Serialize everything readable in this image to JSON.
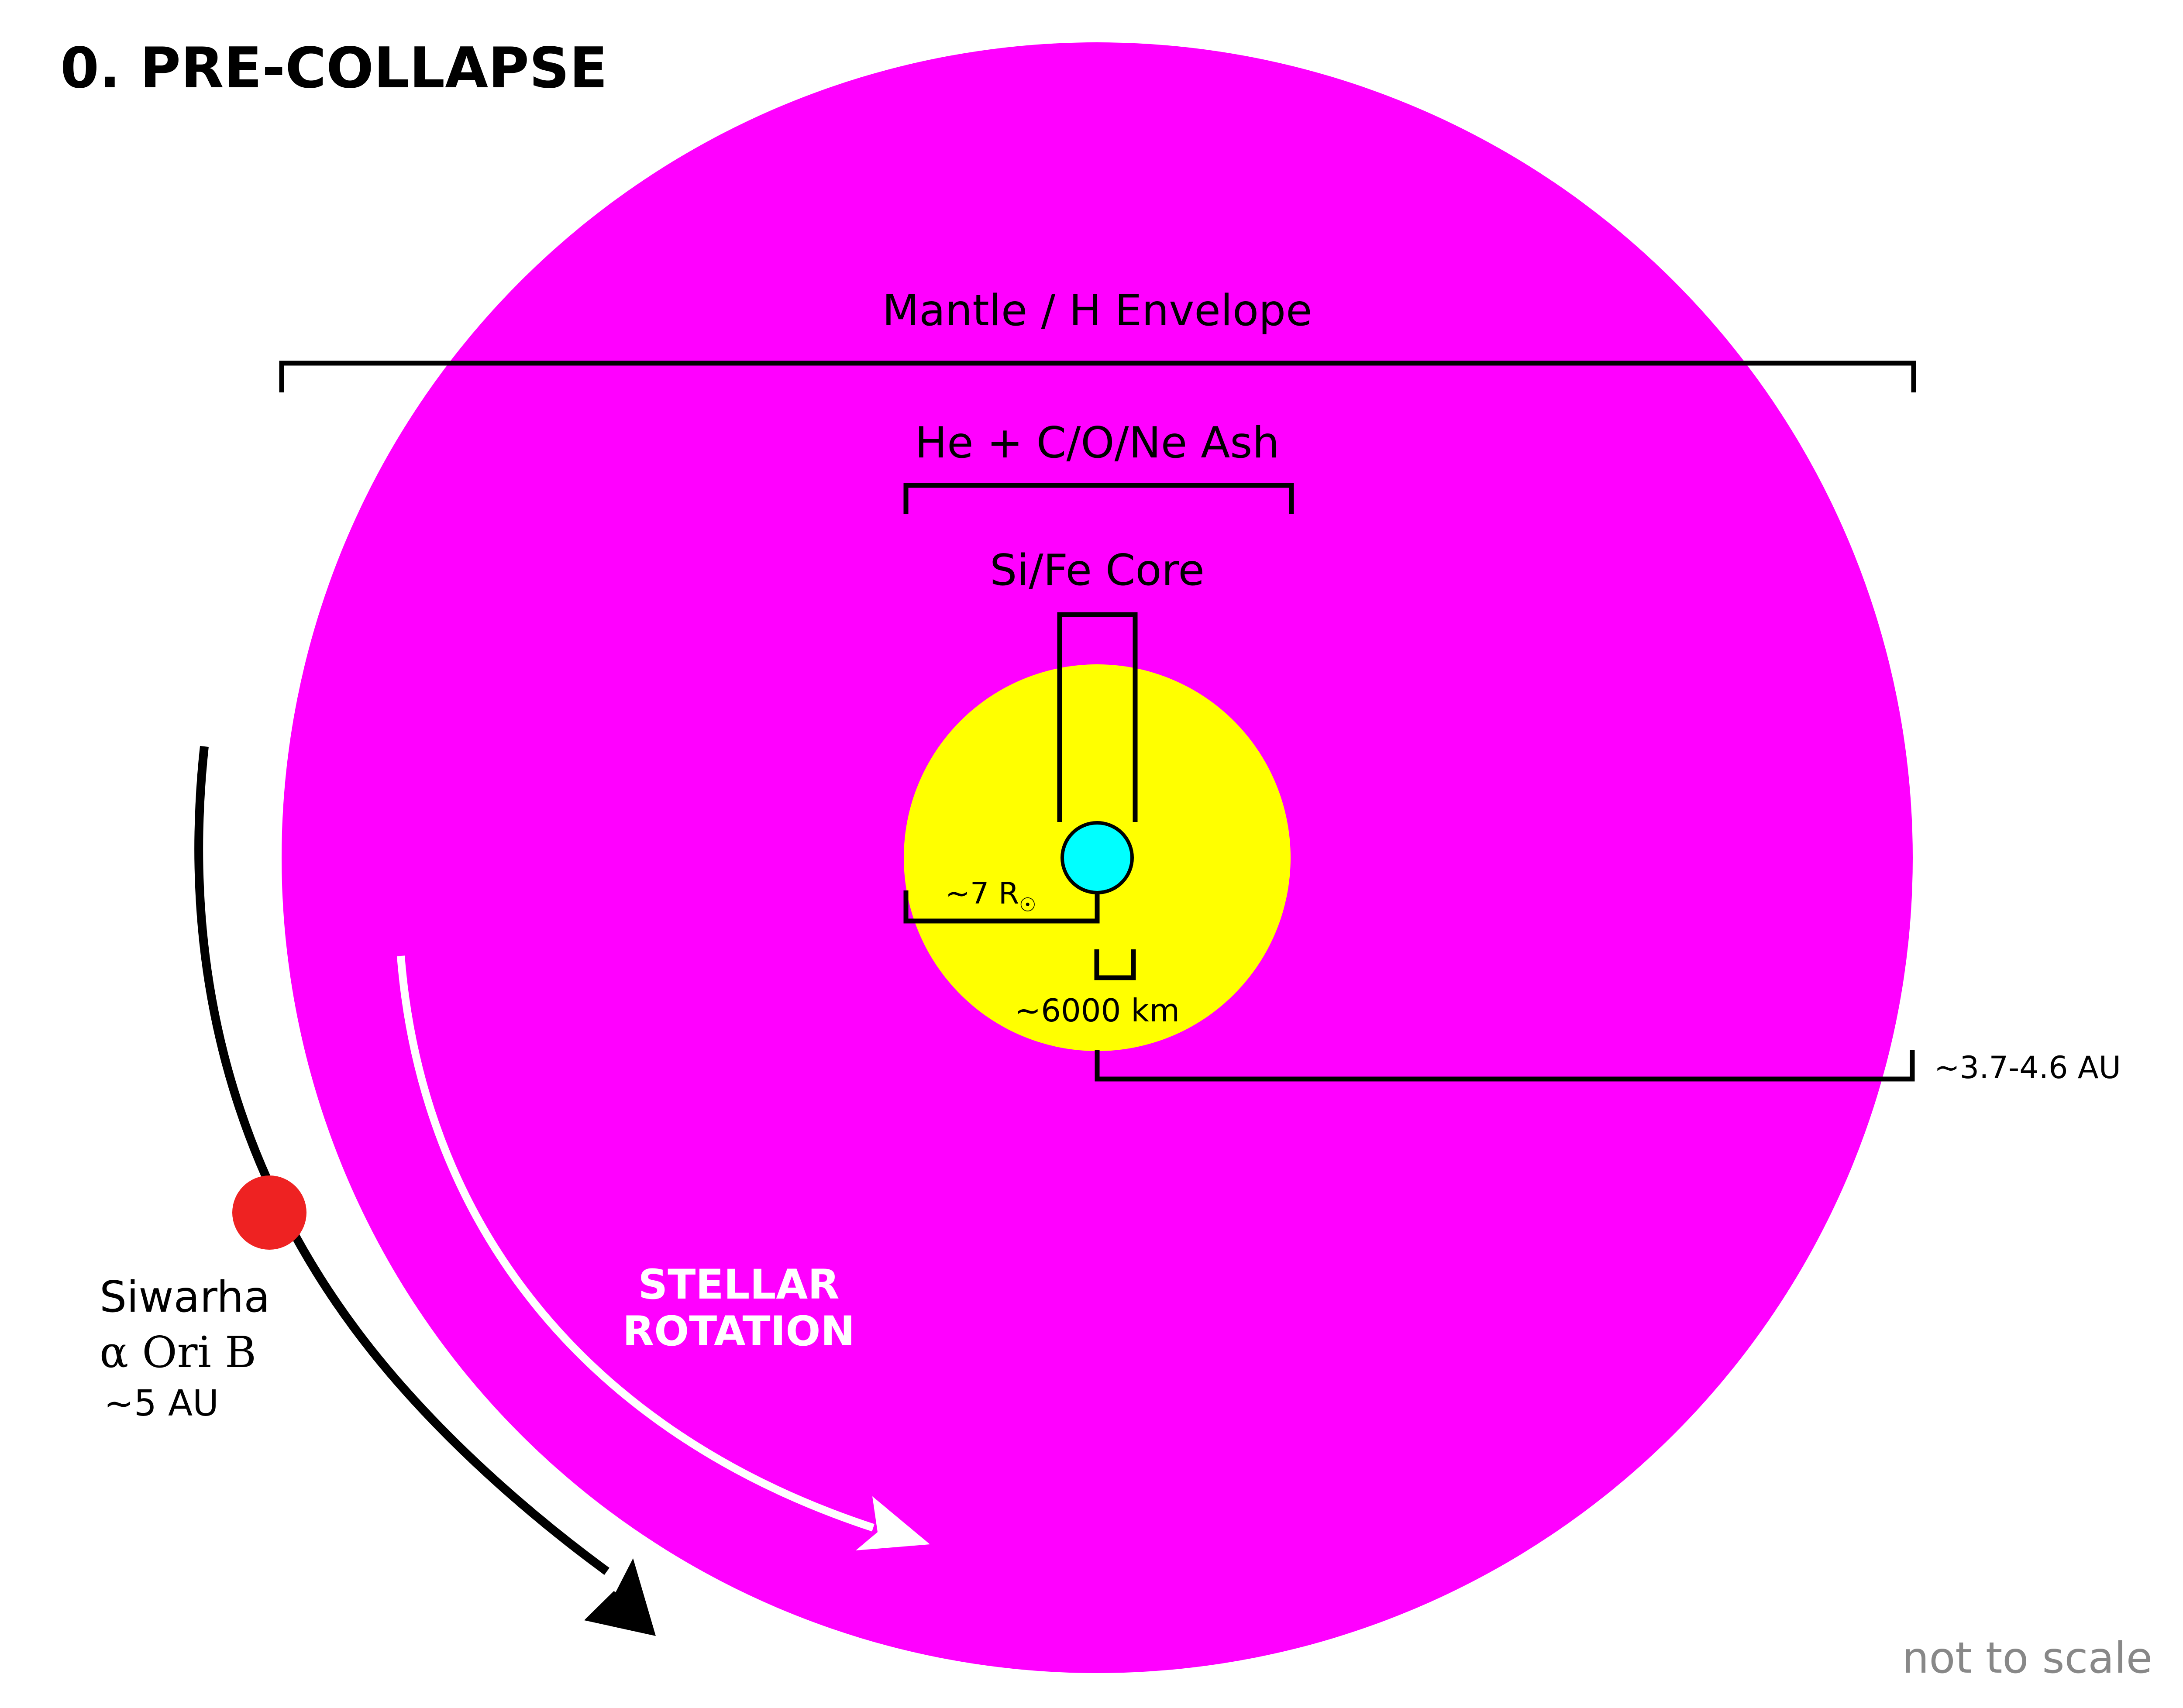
{
  "title": "0. PRE-COLLAPSE",
  "layers": {
    "mantle": "Mantle / H Envelope",
    "ash": "He + C/O/Ne Ash",
    "core": "Si/Fe Core"
  },
  "measurements": {
    "ash_radius": "~7 R",
    "ash_radius_symbol": "☉",
    "core_size": "~6000 km",
    "star_radius": "~3.7-4.6 AU"
  },
  "companion": {
    "name": "Siwarha",
    "designation": "α Ori B",
    "distance": "~5 AU"
  },
  "rotation_label_line1": "STELLAR",
  "rotation_label_line2": "ROTATION",
  "footnote": "not to scale",
  "colors": {
    "mantle": "#ff00ff",
    "ash": "#ffff00",
    "core": "#00ffff",
    "companion": "#ee2222",
    "lines": "#000000",
    "rotation_arrow": "#ffffff",
    "footnote": "#888888"
  }
}
